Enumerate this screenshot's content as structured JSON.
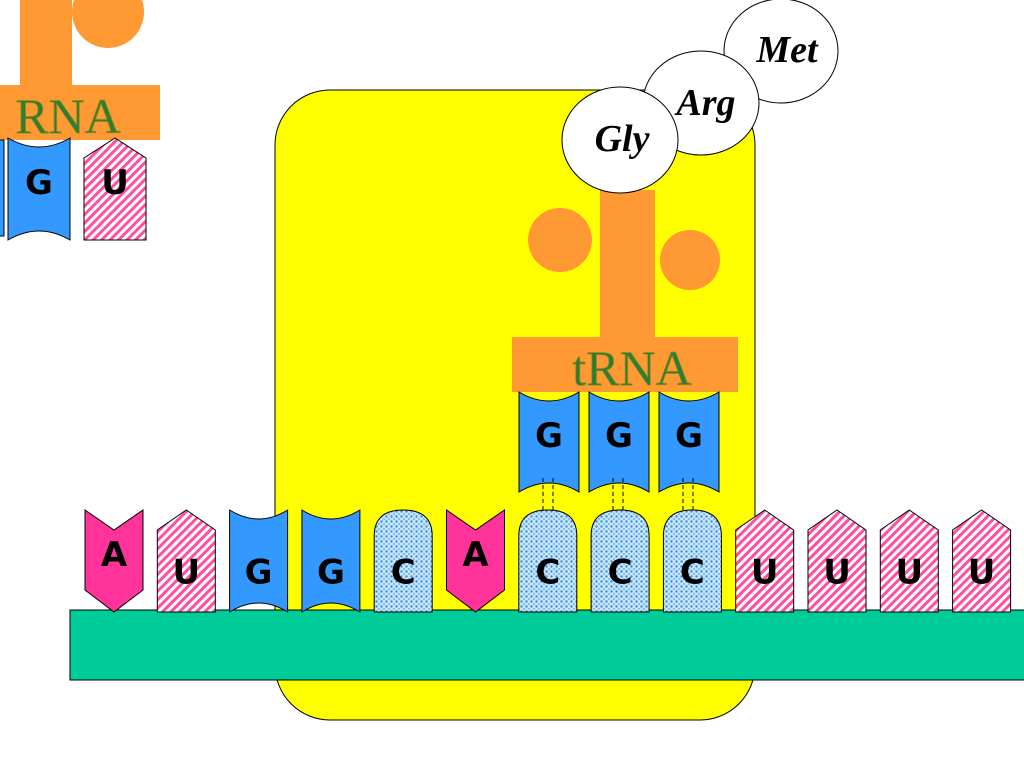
{
  "diagram": {
    "trna_label": "tRNA",
    "trna_partial_label": "RNA",
    "amino_acids": [
      "Met",
      "Arg",
      "Gly"
    ],
    "mrna": [
      "A",
      "U",
      "G",
      "G",
      "C",
      "A",
      "C",
      "C",
      "C",
      "U",
      "U",
      "U",
      "U"
    ],
    "anticodon_center": [
      "G",
      "G",
      "G"
    ],
    "anticodon_left": [
      "G",
      "U"
    ],
    "colors": {
      "ribosome": "#ffff00",
      "membrane": "#00cc99",
      "trna": "#ff9933",
      "adenine": "#ff3399",
      "uracil": "#ff66aa",
      "guanine": "#3399ff",
      "cytosine": "#99ccff"
    }
  }
}
